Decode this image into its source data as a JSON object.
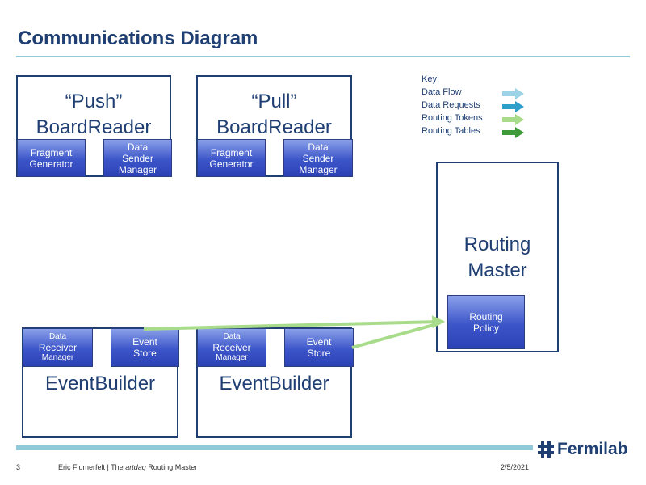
{
  "page": {
    "title": "Communications Diagram"
  },
  "boardreaders": [
    {
      "title_line1": "“Push”",
      "title_line2": "BoardReader",
      "fragment_generator": [
        "Fragment",
        "Generator"
      ],
      "data_sender_manager": [
        "Data",
        "Sender",
        "Manager"
      ]
    },
    {
      "title_line1": "“Pull”",
      "title_line2": "BoardReader",
      "fragment_generator": [
        "Fragment",
        "Generator"
      ],
      "data_sender_manager": [
        "Data",
        "Sender",
        "Manager"
      ]
    }
  ],
  "eventbuilders": [
    {
      "title": "EventBuilder",
      "data_receiver_manager": [
        "Data",
        "Receiver",
        "Manager"
      ],
      "event_store": [
        "Event",
        "Store"
      ]
    },
    {
      "title": "EventBuilder",
      "data_receiver_manager": [
        "Data",
        "Receiver",
        "Manager"
      ],
      "event_store": [
        "Event",
        "Store"
      ]
    }
  ],
  "routing_master": {
    "title_line1": "Routing",
    "title_line2": "Master",
    "routing_policy": [
      "Routing",
      "Policy"
    ]
  },
  "key": {
    "heading": "Key:",
    "items": [
      {
        "label": "Data Flow",
        "color": "#9dd3e6"
      },
      {
        "label": "Data Requests",
        "color": "#2e9fc9"
      },
      {
        "label": "Routing Tokens",
        "color": "#a8dc8a"
      },
      {
        "label": "Routing Tables",
        "color": "#3f9a3a"
      }
    ]
  },
  "footer": {
    "page_number": "3",
    "author": "Eric Flumerfelt | The ",
    "artdaq": "artdaq",
    "rest": " Routing Master",
    "date": "2/5/2021",
    "logo_text": "Fermilab"
  },
  "colors": {
    "accent": "#1f3f73",
    "rule": "#8fc9da",
    "token_arrow": "#a8dc8a"
  }
}
